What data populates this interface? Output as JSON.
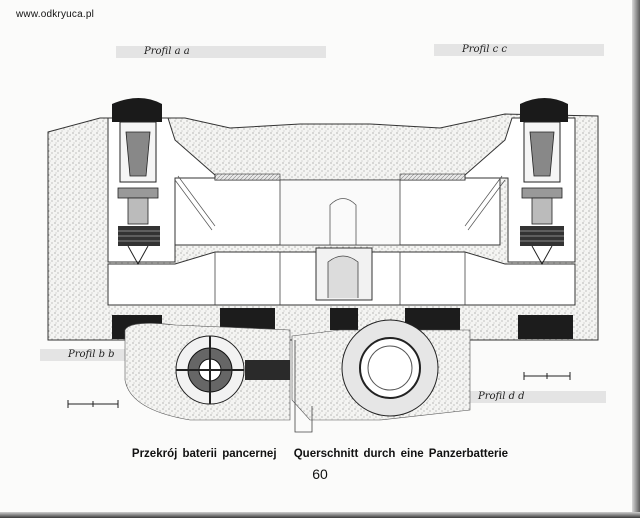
{
  "watermark": "www.odkryuca.pl",
  "profiles": {
    "top_left": "Profil a a",
    "top_right": "Profil c c",
    "bottom_left": "Profil b b",
    "bottom_right": "Profil d d"
  },
  "caption": {
    "polish": "Przekrój baterii pancernej",
    "german": "Querschnitt durch eine Panzerbatterie"
  },
  "page_number": "60"
}
